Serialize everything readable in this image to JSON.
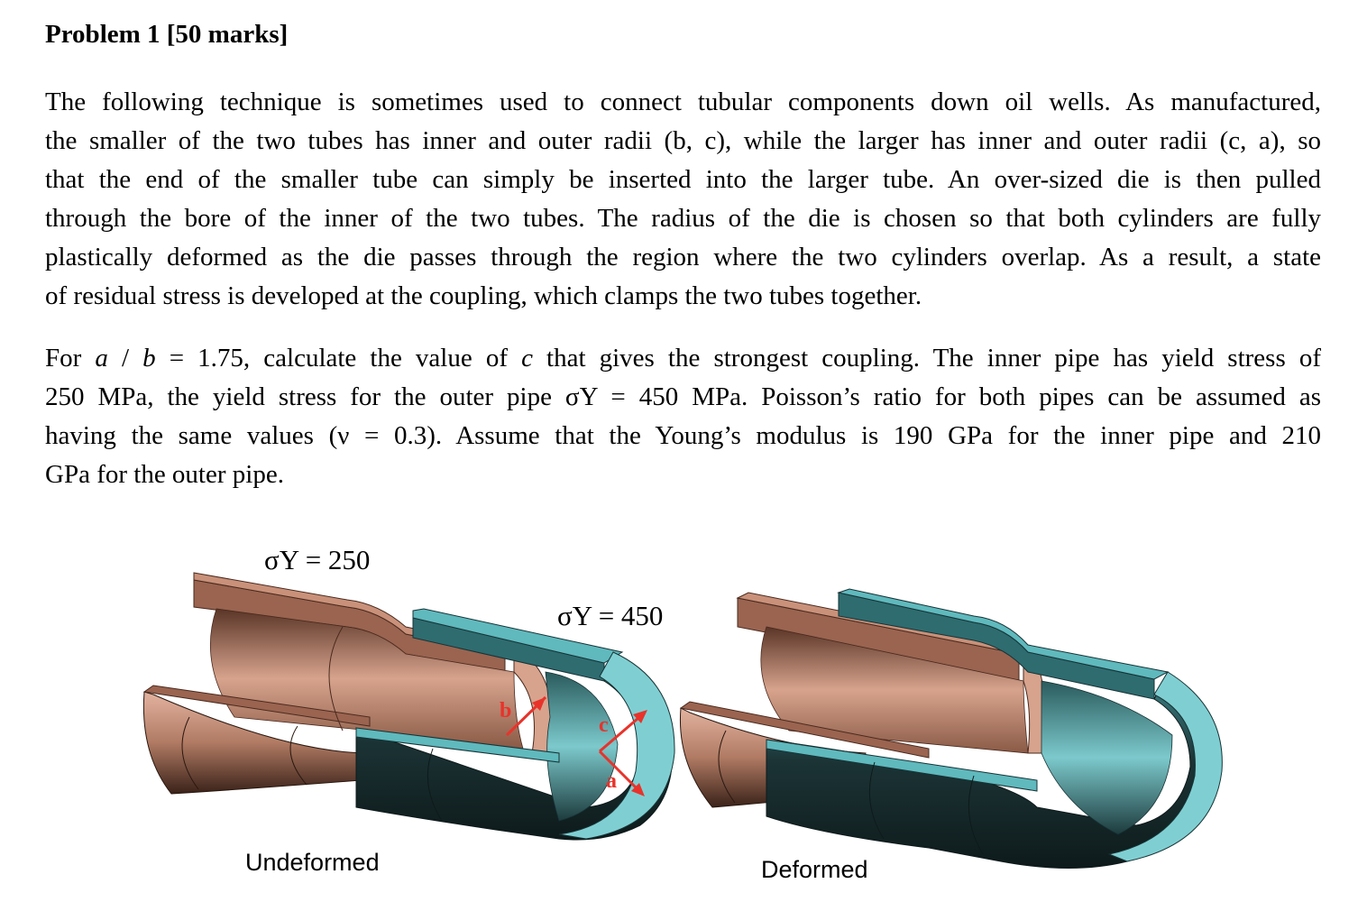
{
  "title": "Problem 1 [50 marks]",
  "paragraph1": [
    "The following technique is sometimes used to connect tubular components down oil wells. As manufactured,",
    "the smaller of the two tubes has inner and outer radii (b, c), while the larger has inner and outer radii (c, a), so",
    "that the end of the smaller tube can simply be inserted into the larger tube. An over-sized die is then pulled",
    "through the bore of the inner of the two tubes. The radius of the die is chosen so that both cylinders are fully",
    "plastically deformed as the die passes through the region where the two cylinders overlap. As a result, a state",
    "of residual stress is developed at the coupling, which clamps the two tubes together."
  ],
  "paragraph2": {
    "l1_a": "For ",
    "l1_var_a": "a",
    "l1_slash": " / ",
    "l1_var_b": "b",
    "l1_b": " = 1.75, calculate the value of ",
    "l1_var_c": "c",
    "l1_c": " that gives the strongest coupling. The inner pipe has yield stress of",
    "l2": "250 MPa, the yield stress for the outer pipe σY = 450 MPa. Poisson’s ratio for both pipes can be assumed as",
    "l3": "having the same values (ν = 0.3). Assume that the Young’s modulus is 190 GPa for the inner pipe and 210",
    "l4": "GPa for the outer pipe."
  },
  "figure": {
    "inner_label": "σY = 250",
    "outer_label": "σY = 450",
    "dim_b": "b",
    "dim_c": "c",
    "dim_a": "a",
    "caption_left": "Undeformed",
    "caption_right": "Deformed",
    "colors": {
      "inner_pipe": "#c9917a",
      "inner_pipe_dark": "#5a3527",
      "outer_pipe": "#5fb9bd",
      "outer_pipe_dark": "#1f3a3c",
      "arrow": "#e8332b"
    }
  }
}
